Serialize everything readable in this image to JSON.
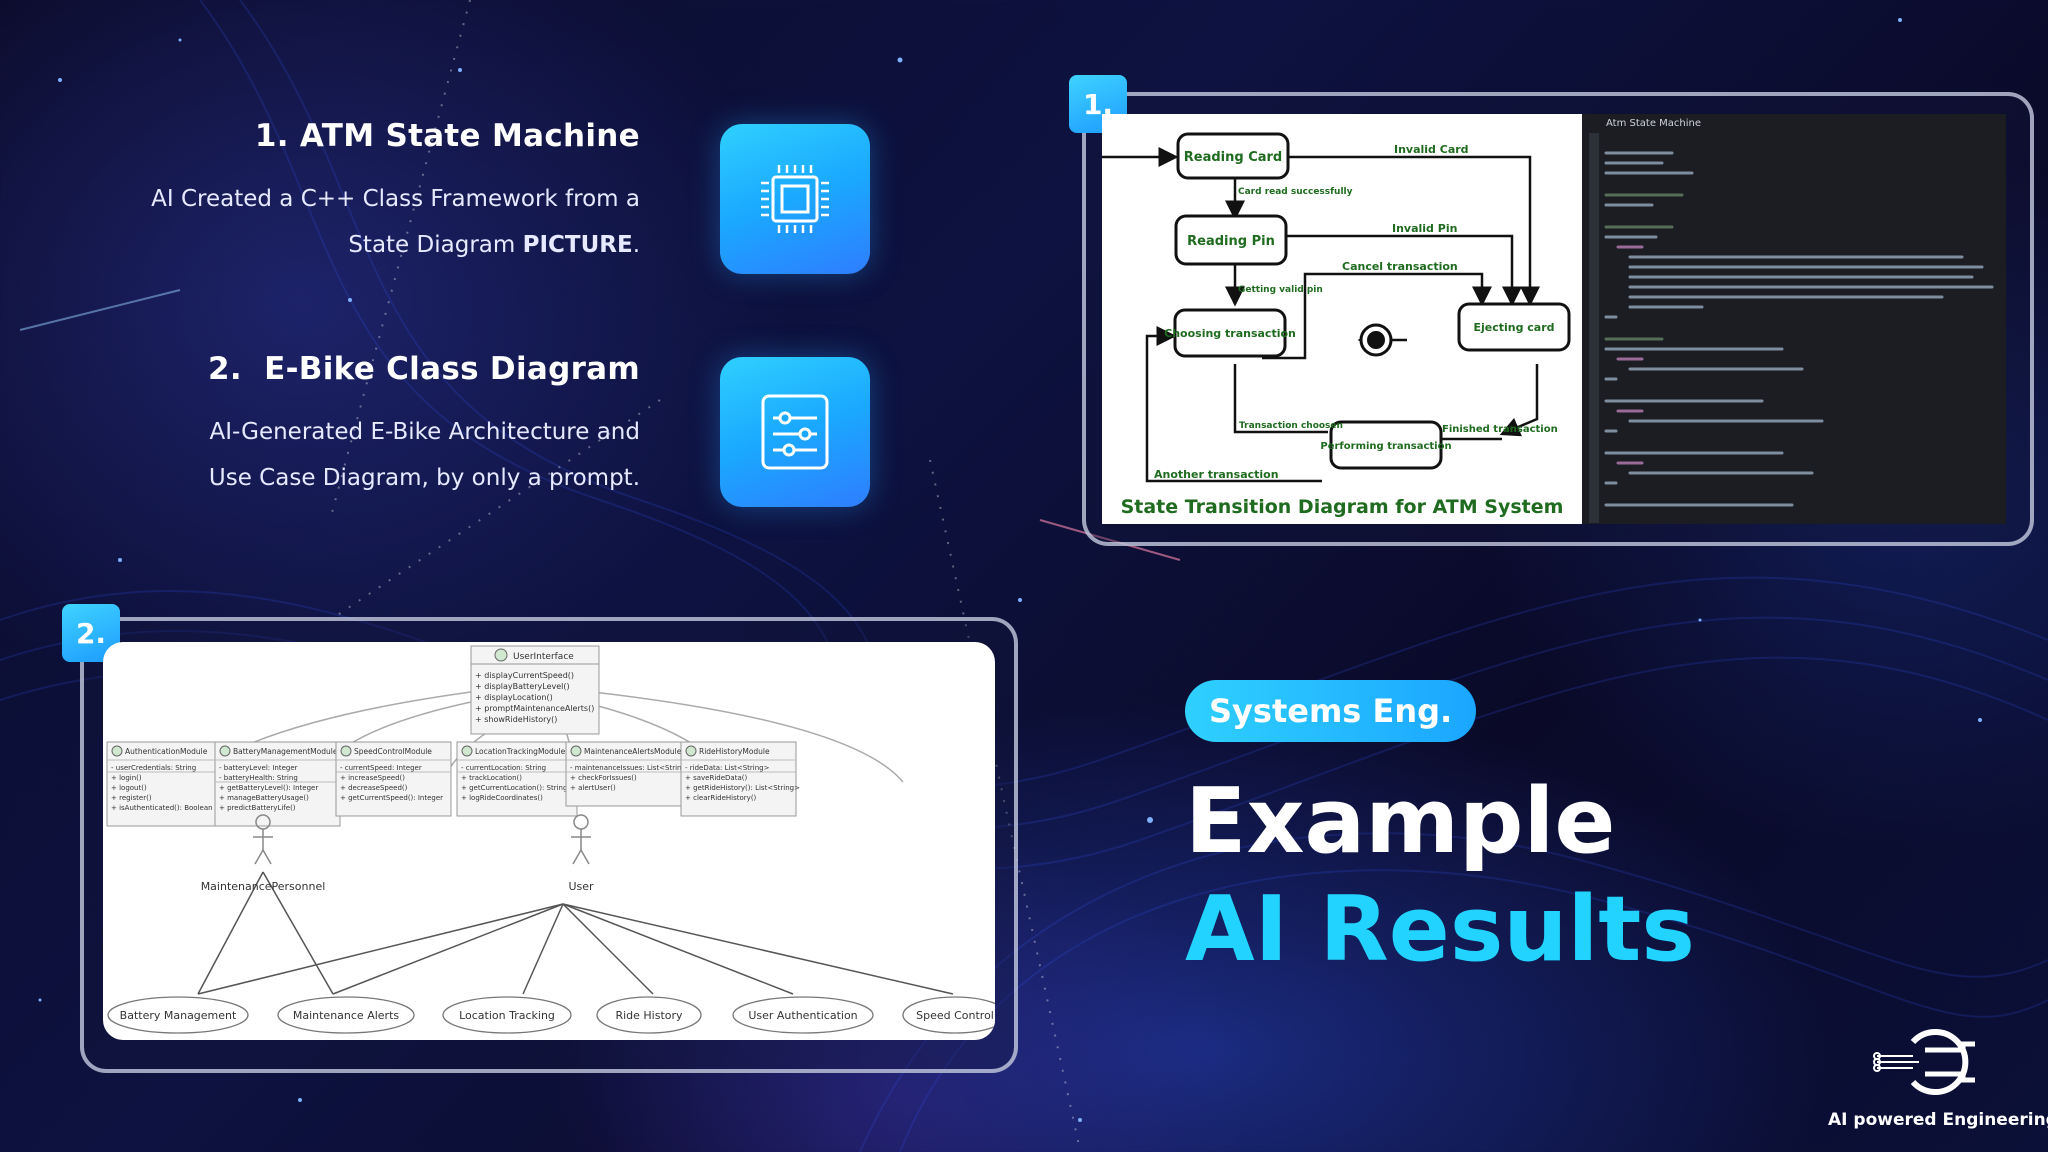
{
  "items": [
    {
      "title": "1. ATM State Machine",
      "desc_line1": "AI Created a C++ Class Framework from a",
      "desc_line2_prefix": "State Diagram ",
      "desc_line2_bold": "PICTURE",
      "desc_line2_suffix": ".",
      "icon": "chip-icon"
    },
    {
      "title": "2.  E-Bike Class Diagram",
      "desc_line1": "AI-Generated E-Bike Architecture and",
      "desc_line2": "Use Case Diagram, by only a prompt.",
      "icon": "sliders-icon"
    }
  ],
  "atm_figure": {
    "badge": "1.",
    "states": [
      "Reading Card",
      "Reading Pin",
      "Choosing transaction",
      "Ejecting card",
      "Performing transaction"
    ],
    "transitions": [
      "Invalid Card",
      "Card read successfully",
      "Invalid Pin",
      "Cancel transaction",
      "Getting valid pin",
      "Transaction choosen",
      "Finished transaction",
      "Another transaction"
    ],
    "caption": "State Transition Diagram for ATM System",
    "code_tab": "Atm State Machine"
  },
  "ebike_figure": {
    "badge": "2.",
    "interface": "UserInterface",
    "interface_methods": [
      "+ displayCurrentSpeed()",
      "+ displayBatteryLevel()",
      "+ displayLocation()",
      "+ promptMaintenanceAlerts()",
      "+ showRideHistory()"
    ],
    "modules": [
      {
        "name": "AuthenticationModule",
        "attrs": [
          "- userCredentials: String"
        ],
        "methods": [
          "+ login()",
          "+ logout()",
          "+ register()",
          "+ isAuthenticated(): Boolean"
        ]
      },
      {
        "name": "BatteryManagementModule",
        "attrs": [
          "- batteryLevel: Integer",
          "- batteryHealth: String"
        ],
        "methods": [
          "+ getBatteryLevel(): Integer",
          "+ manageBatteryUsage()",
          "+ predictBatteryLife()"
        ]
      },
      {
        "name": "SpeedControlModule",
        "attrs": [
          "- currentSpeed: Integer"
        ],
        "methods": [
          "+ increaseSpeed()",
          "+ decreaseSpeed()",
          "+ getCurrentSpeed(): Integer"
        ]
      },
      {
        "name": "LocationTrackingModule",
        "attrs": [
          "- currentLocation: String"
        ],
        "methods": [
          "+ trackLocation()",
          "+ getCurrentLocation(): String",
          "+ logRideCoordinates()"
        ]
      },
      {
        "name": "MaintenanceAlertsModule",
        "attrs": [
          "- maintenanceIssues: List<String>"
        ],
        "methods": [
          "+ checkForIssues()",
          "+ alertUser()"
        ]
      },
      {
        "name": "RideHistoryModule",
        "attrs": [
          "- rideData: List<String>"
        ],
        "methods": [
          "+ saveRideData()",
          "+ getRideHistory(): List<String>",
          "+ clearRideHistory()"
        ]
      }
    ],
    "actors": [
      "MaintenancePersonnel",
      "User"
    ],
    "use_cases": [
      "Battery Management",
      "Maintenance Alerts",
      "Location Tracking",
      "Ride History",
      "User Authentication",
      "Speed Control"
    ]
  },
  "tag": "Systems Eng.",
  "heading_line1": "Example",
  "heading_line2": "AI Results",
  "logo_text": "AI powered Engineering",
  "colors": {
    "accent": "#22d3ff",
    "tile": "#1aa8ff",
    "bg": "#0b0f35"
  }
}
